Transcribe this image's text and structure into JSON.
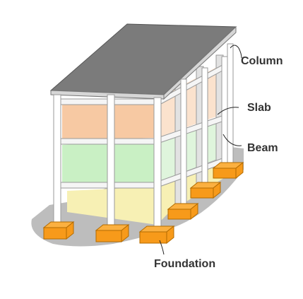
{
  "labels": {
    "column": "Column",
    "slab": "Slab",
    "beam": "Beam",
    "foundation": "Foundation"
  },
  "colors": {
    "roof": "#7b7b7b",
    "foundation": "#fbb040",
    "floor_top": "#f7c9a3",
    "floor_middle": "#c9f0c4",
    "floor_bottom": "#f7f0b4",
    "ground_shadow": "#bdbdbd"
  }
}
